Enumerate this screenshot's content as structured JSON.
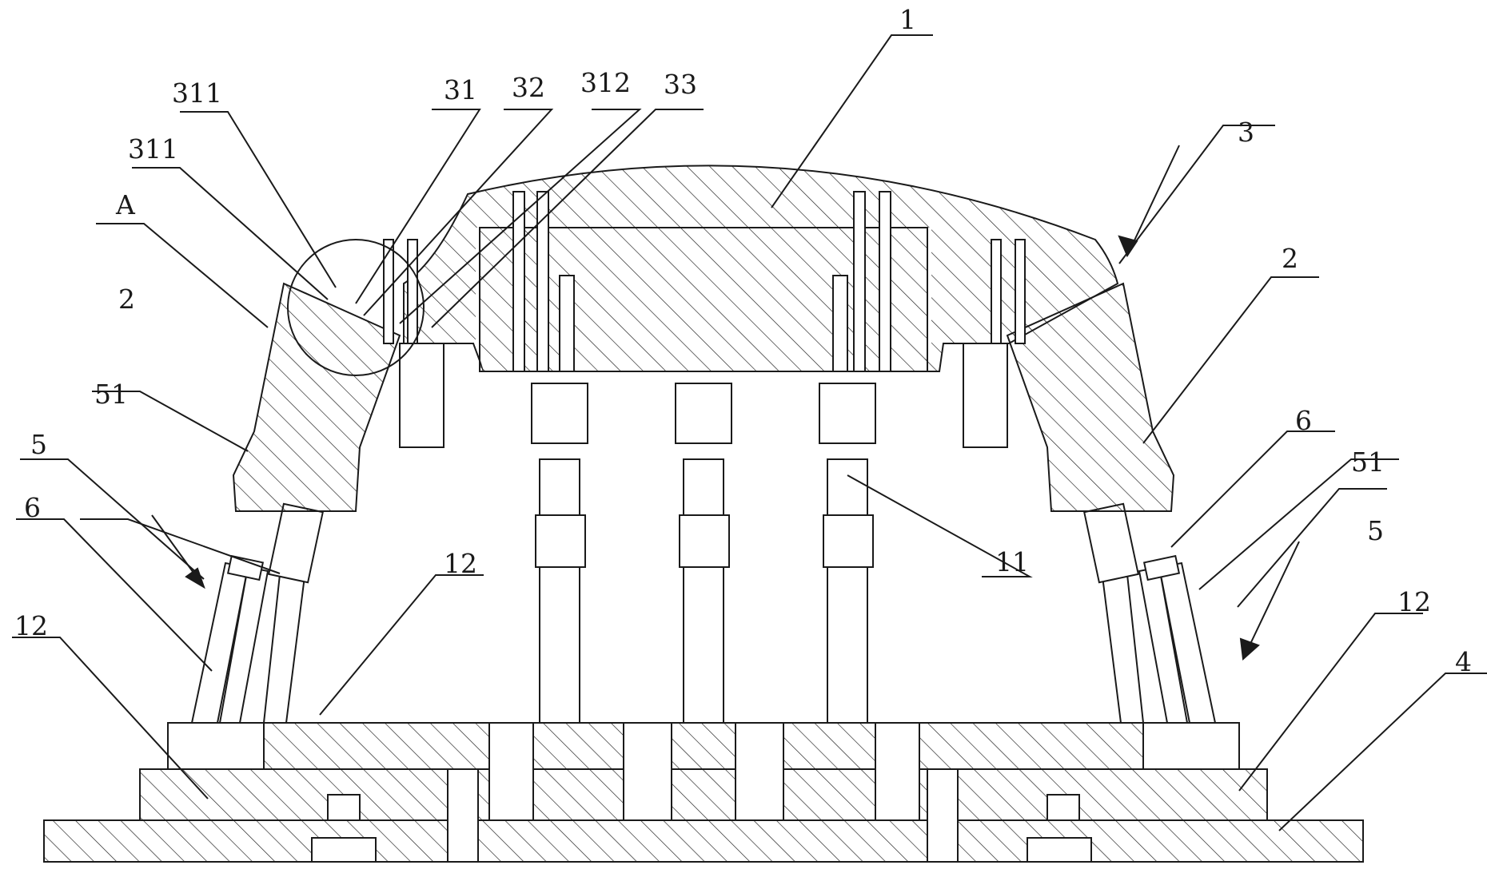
{
  "labels": {
    "part_1": "1",
    "part_2_left": "2",
    "part_2_right": "2",
    "part_3": "3",
    "part_4": "4",
    "part_5_left": "5",
    "part_5_right": "5",
    "part_6_left": "6",
    "part_6_right": "6",
    "part_11": "11",
    "part_12_left": "12",
    "part_12_center": "12",
    "part_12_right": "12",
    "part_31": "31",
    "part_32": "32",
    "part_33": "33",
    "part_51_left": "51",
    "part_51_right": "51",
    "part_311_top": "311",
    "part_311_lower": "311",
    "part_312": "312",
    "detail_a": "A"
  },
  "colors": {
    "line": "#1a1a1a",
    "background": "#ffffff"
  }
}
